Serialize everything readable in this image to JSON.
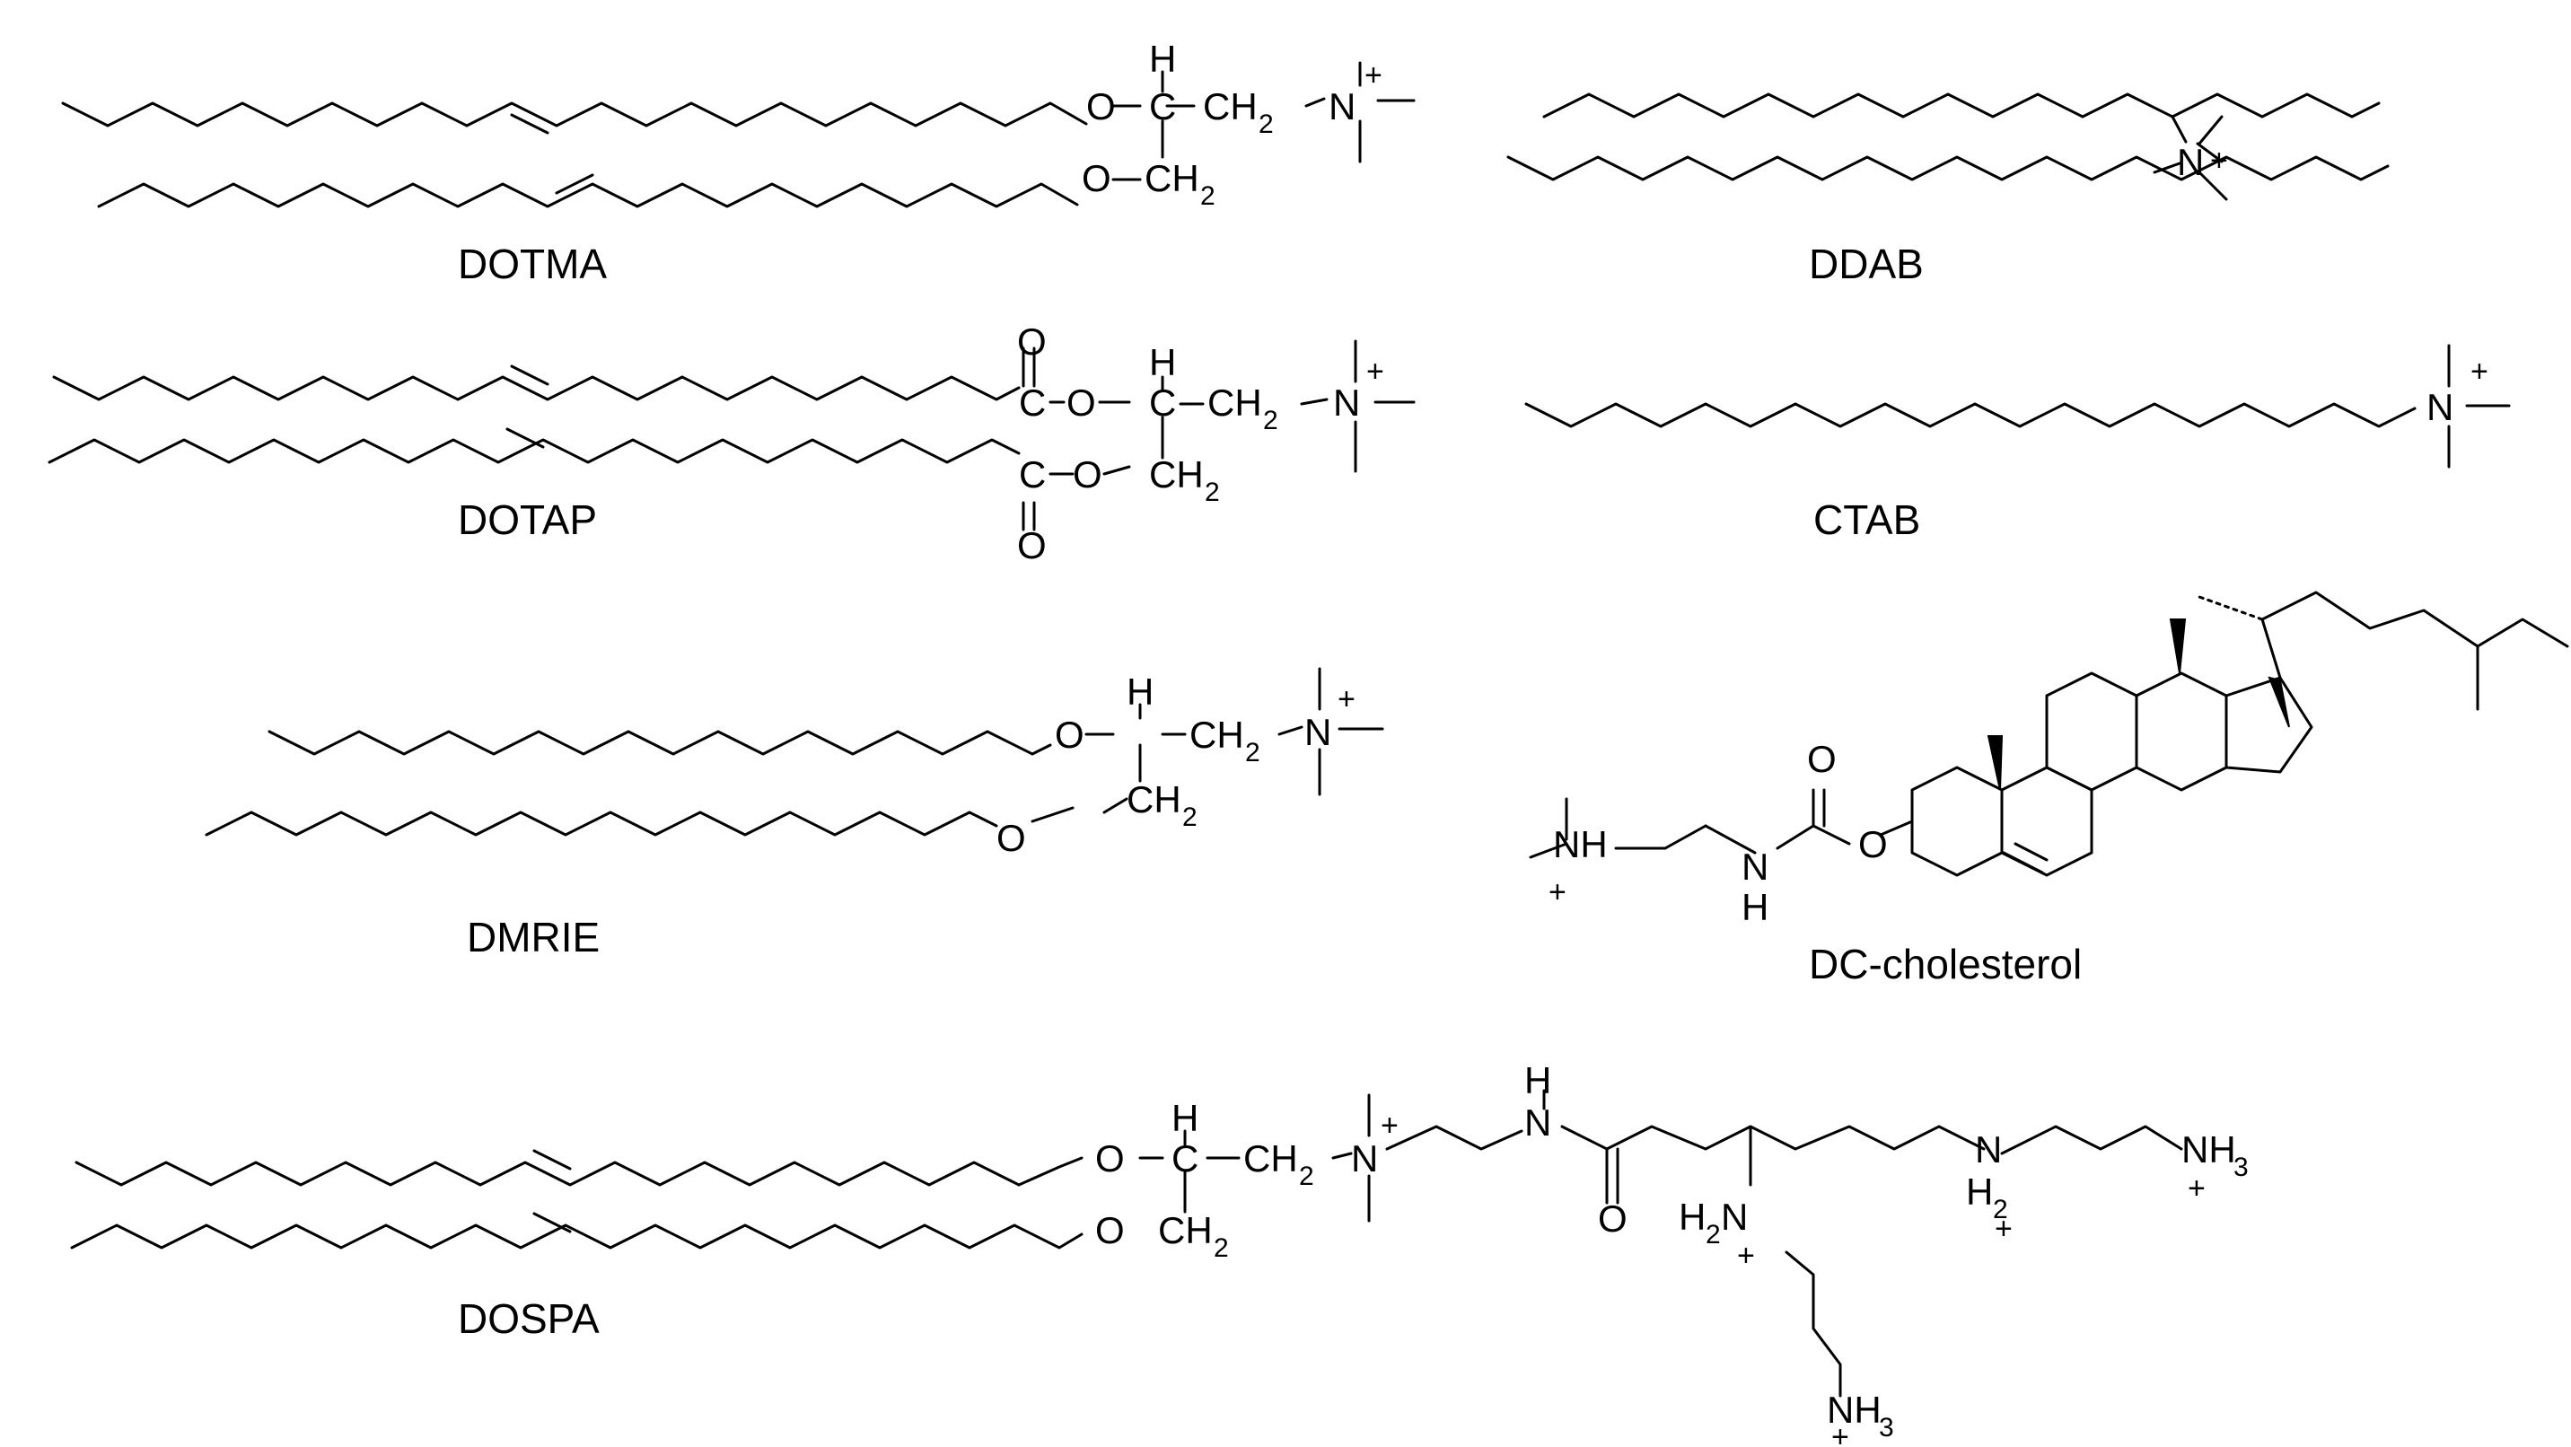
{
  "compounds": {
    "dotma": "DOTMA",
    "ddab": "DDAB",
    "dotap": "DOTAP",
    "ctab": "CTAB",
    "dmrie": "DMRIE",
    "dc_cholesterol": "DC-cholesterol",
    "dospa": "DOSPA"
  },
  "atoms": {
    "O": "O",
    "H": "H",
    "C": "C",
    "N": "N",
    "CH": "CH",
    "NH": "NH",
    "H2N": "H",
    "sub2": "2",
    "sub3": "3",
    "plus": "+"
  }
}
